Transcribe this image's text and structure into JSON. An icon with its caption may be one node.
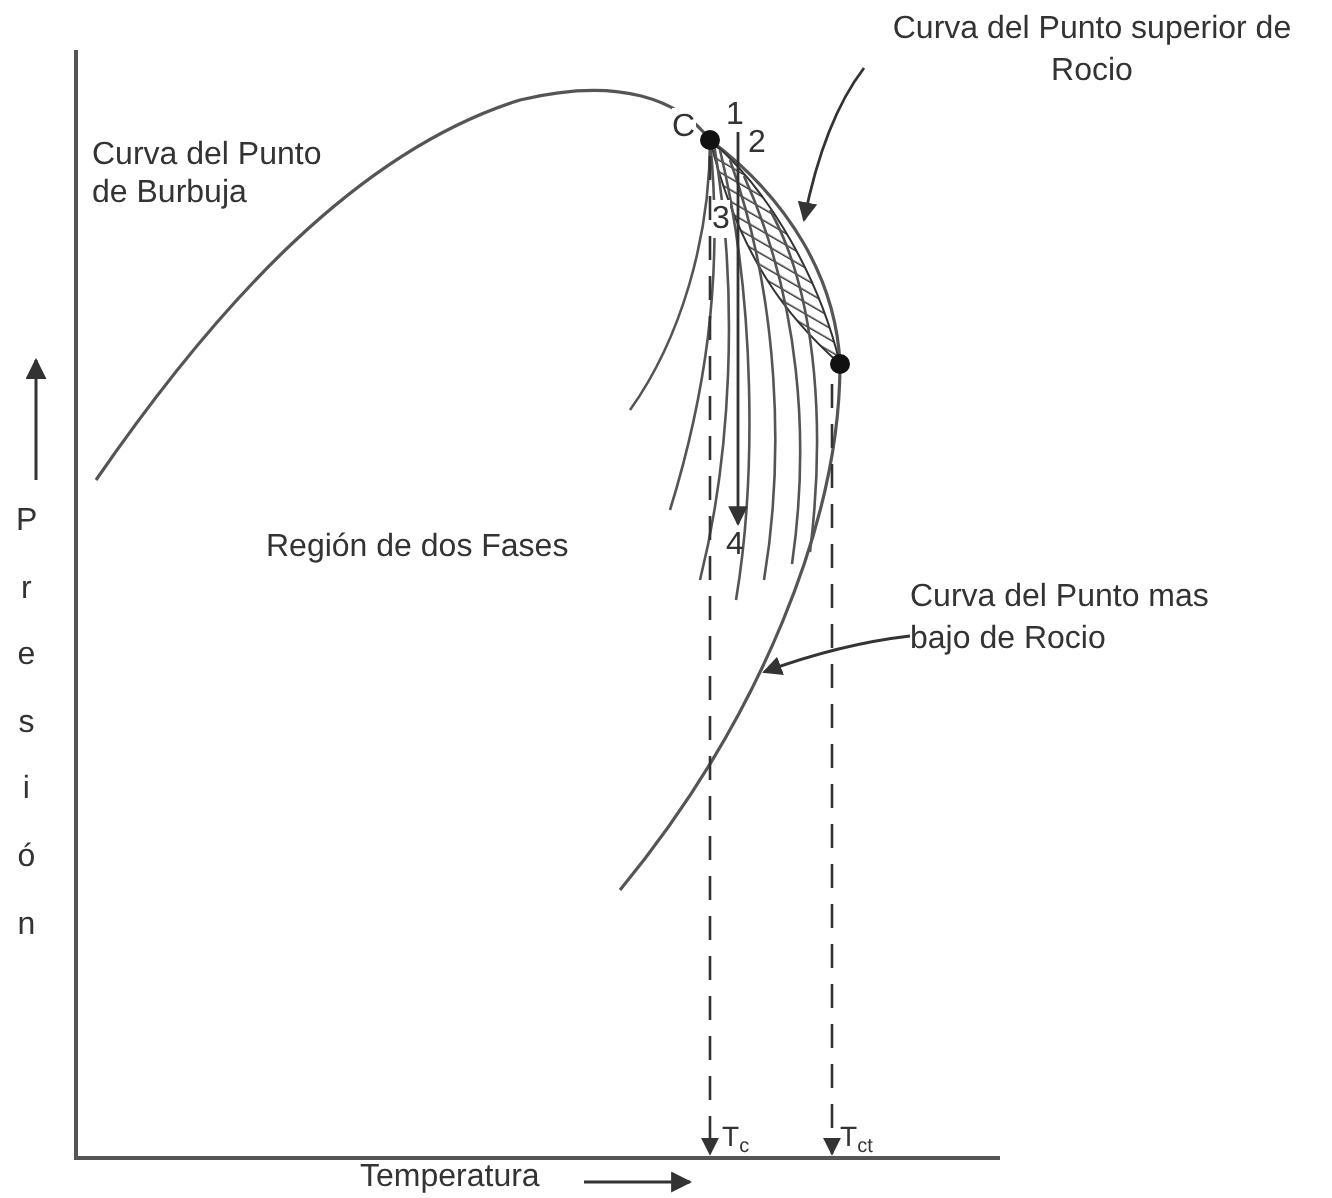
{
  "diagram": {
    "nodes": [
      {
        "text": [
          "Curva del Punto superior de Rocio"
        ]
      },
      {
        "text": [
          "Curva del Punto mas bajo de Rocio"
        ]
      }
    ],
    "edges": [
      {
        "from": 0,
        "to": null,
        "arrow": "to"
      },
      {
        "from": 1,
        "to": null,
        "arrow": "to"
      }
    ],
    "labels": [
      "Curva del Punto de Burbuja",
      "C",
      "1",
      "2",
      "3",
      "4",
      "Región de dos Fases",
      "T$_{c}$",
      "T$_{ct}$",
      "Presión",
      "Temperatura"
    ]
  }
}
